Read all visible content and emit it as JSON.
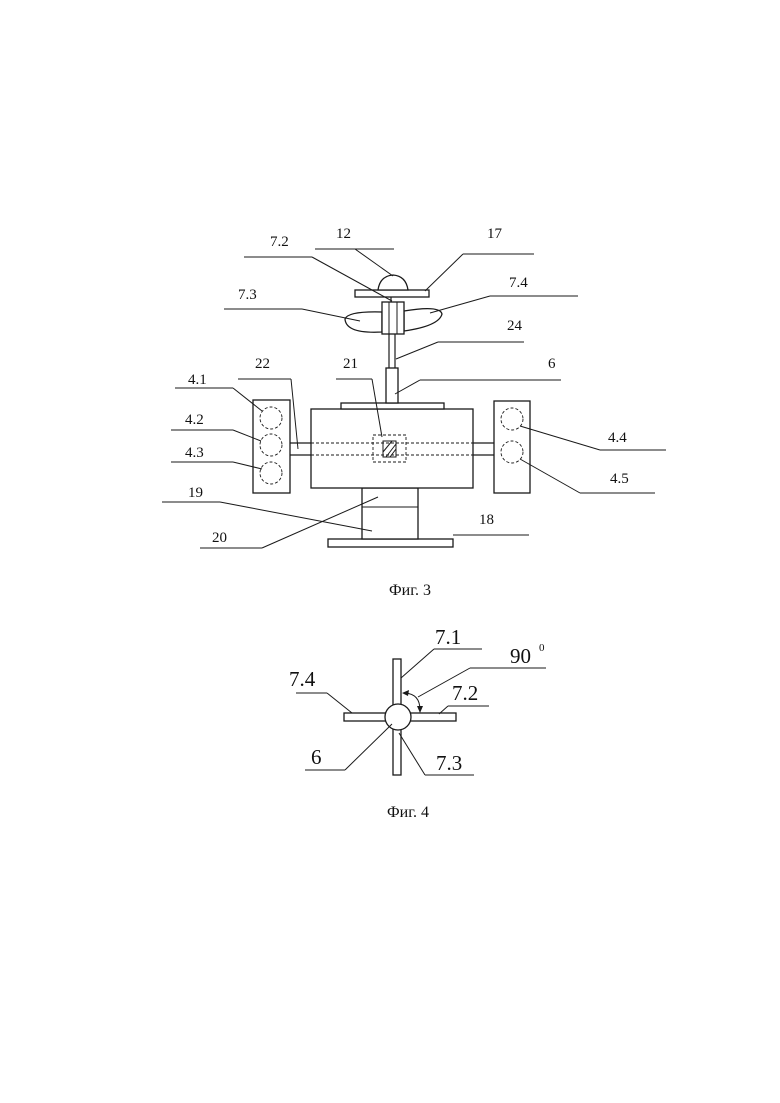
{
  "figure3": {
    "caption": "Фиг. 3",
    "labels": {
      "l12": "12",
      "l17": "17",
      "l72": "7.2",
      "l74": "7.4",
      "l73": "7.3",
      "l24": "24",
      "l6": "6",
      "l22": "22",
      "l21": "21",
      "l41": "4.1",
      "l42": "4.2",
      "l43": "4.3",
      "l44": "4.4",
      "l45": "4.5",
      "l19": "19",
      "l18": "18",
      "l20": "20"
    }
  },
  "figure4": {
    "caption": "Фиг. 4",
    "labels": {
      "l71": "7.1",
      "l90": "90",
      "deg": "0",
      "l74": "7.4",
      "l72": "7.2",
      "l6": "6",
      "l73": "7.3"
    }
  }
}
